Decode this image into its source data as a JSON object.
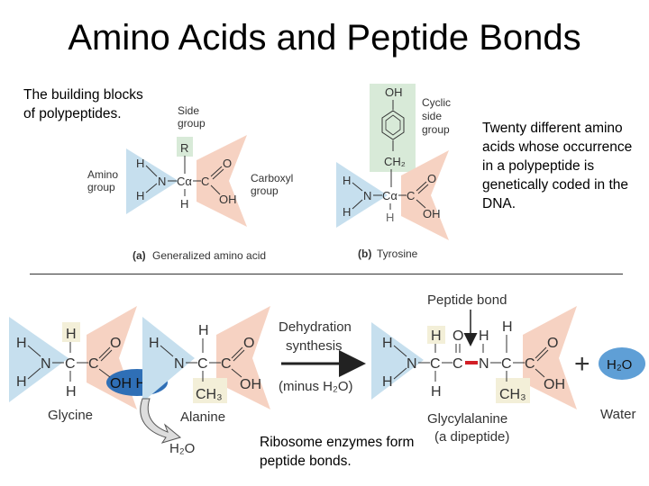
{
  "title": "Amino Acids and Peptide Bonds",
  "notes": {
    "building_blocks": "The building blocks of polypeptides.",
    "twenty_different": "Twenty different amino acids whose occurrence in a polypeptide is genetically  coded in the  DNA.",
    "ribosome": "Ribosome enzymes form peptide bonds."
  },
  "colors": {
    "amino_group": "#c6dfee",
    "carboxyl_group": "#f6d2c2",
    "side_group": "#d8ead8",
    "highlight_oh": "#2f6fb6",
    "peptide_bond": "#d21f26",
    "water": "#5f9fd6"
  },
  "panel_a": {
    "side_group_label_1": "Side",
    "side_group_label_2": "group",
    "r": "R",
    "h": "H",
    "n": "N",
    "ca": "Cα",
    "c": "C",
    "o": "O",
    "oh": "OH",
    "amino_label_1": "Amino",
    "amino_label_2": "group",
    "carboxyl_label_1": "Carboxyl",
    "carboxyl_label_2": "group",
    "caption_letter": "(a)",
    "caption": "Generalized amino acid"
  },
  "panel_b": {
    "cyclic_label_1": "Cyclic",
    "cyclic_label_2": "side",
    "cyclic_label_3": "group",
    "oh_top": "OH",
    "ch2": "CH₂",
    "h": "H",
    "n": "N",
    "ca": "Cα",
    "c": "C",
    "o": "O",
    "oh": "OH",
    "caption_letter": "(b)",
    "caption": "Tyrosine"
  },
  "reaction": {
    "dehydration_1": "Dehydration",
    "dehydration_2": "synthesis",
    "minus_water": "(minus H₂O)",
    "glycine": "Glycine",
    "alanine": "Alanine",
    "peptide_bond": "Peptide bond",
    "glycylalanine": "Glycylalanine",
    "dipeptide": "(a dipeptide)",
    "plus": "+",
    "h2o": "H₂O",
    "water": "Water",
    "released_water": "H₂O",
    "h": "H",
    "n": "N",
    "c": "C",
    "o": "O",
    "oh": "OH",
    "ch3": "CH₃",
    "oh_h": "OH  H"
  }
}
